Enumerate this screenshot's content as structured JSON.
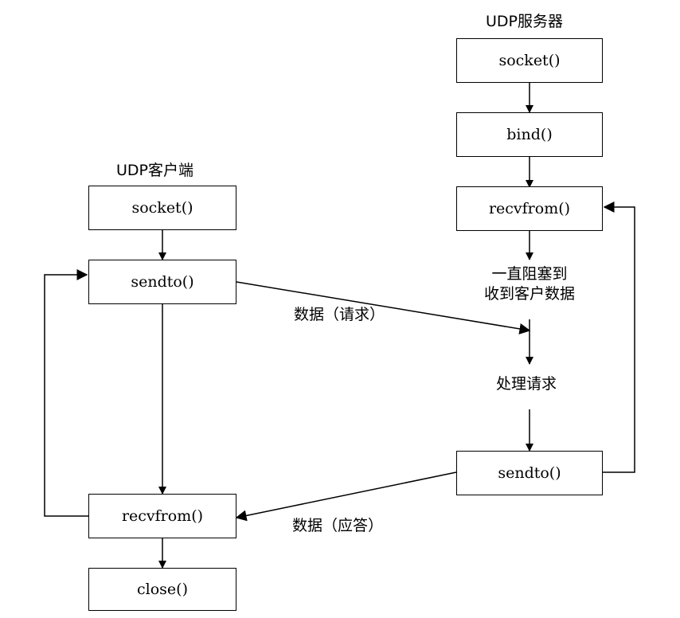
{
  "server": {
    "title": "UDP服务器",
    "socket": "socket()",
    "bind": "bind()",
    "recvfrom": "recvfrom()",
    "block_line1": "一直阻塞到",
    "block_line2": "收到客户数据",
    "process": "处理请求",
    "sendto": "sendto()"
  },
  "client": {
    "title": "UDP客户端",
    "socket": "socket()",
    "sendto": "sendto()",
    "recvfrom": "recvfrom()",
    "close": "close()"
  },
  "messages": {
    "request": "数据（请求）",
    "reply": "数据（应答）"
  }
}
